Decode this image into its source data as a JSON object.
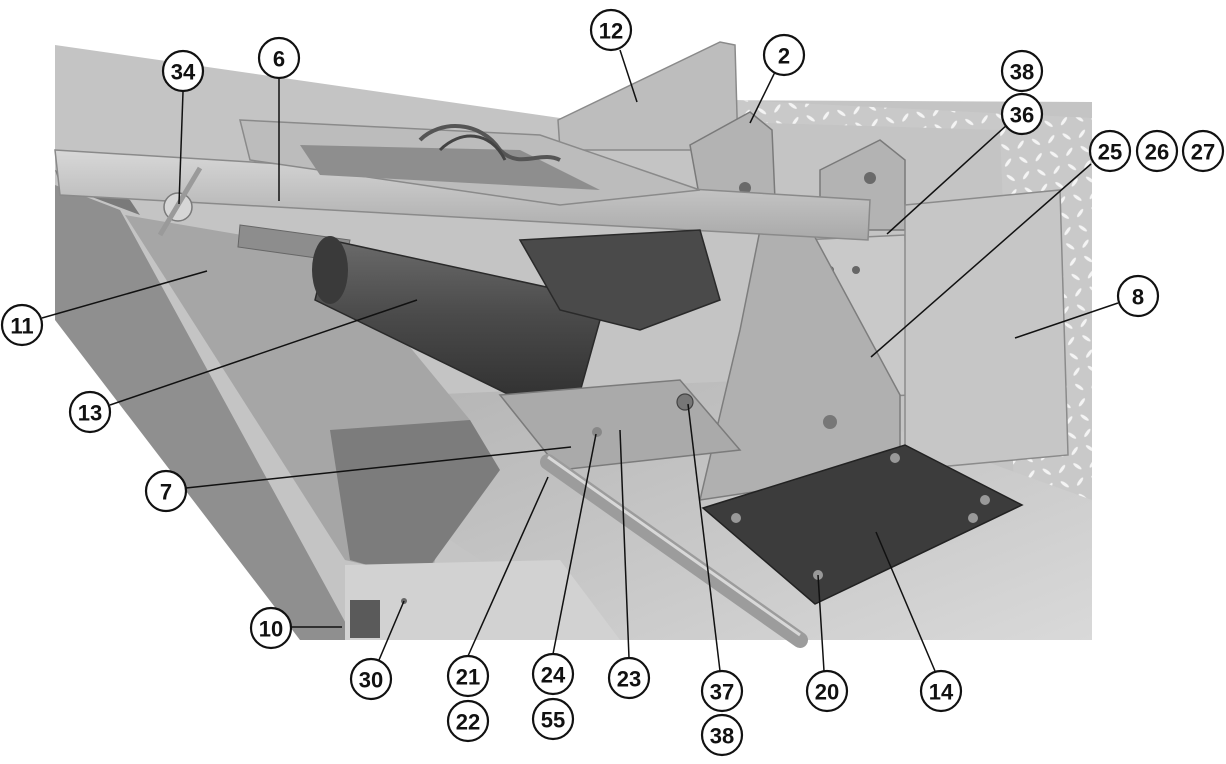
{
  "figure": {
    "subject": "mechanism-assembly-photo",
    "palette": {
      "background": "#ffffff",
      "metal_light": "#bdbdbd",
      "metal_mid": "#9e9e9e",
      "metal_dark": "#6f6f6f",
      "motor": "#4e4e4e",
      "pad": "#3a3a3a",
      "callout_stroke": "#111111",
      "callout_fill": "#ffffff"
    }
  },
  "callouts": {
    "c12": "12",
    "c34": "34",
    "c6": "6",
    "c2": "2",
    "c38a": "38",
    "c36": "36",
    "c25": "25",
    "c26": "26",
    "c27": "27",
    "c8": "8",
    "c11": "11",
    "c13": "13",
    "c7": "7",
    "c10": "10",
    "c30": "30",
    "c21": "21",
    "c22": "22",
    "c24": "24",
    "c55": "55",
    "c23": "23",
    "c37": "37",
    "c38b": "38",
    "c20": "20",
    "c14": "14"
  }
}
